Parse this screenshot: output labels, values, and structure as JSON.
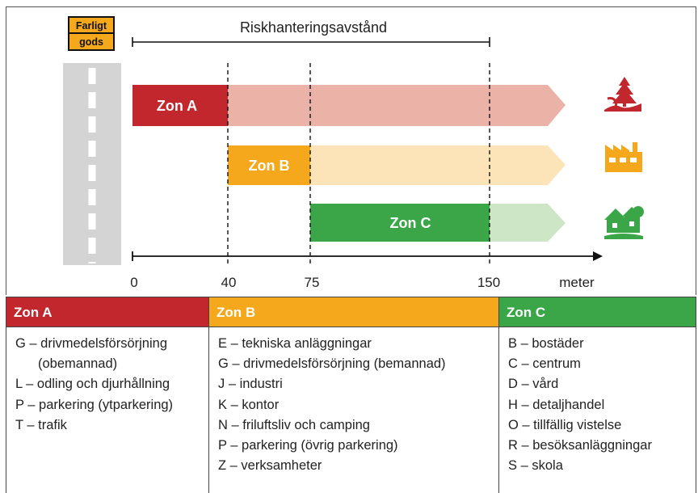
{
  "sign": {
    "line1": "Farligt",
    "line2": "gods"
  },
  "distance_label": "Riskhanteringsavstånd",
  "zones": [
    {
      "name": "Zon A",
      "color": "#c1272d",
      "light": "#ebb3a8"
    },
    {
      "name": "Zon B",
      "color": "#f5a81c",
      "light": "#fde3b8"
    },
    {
      "name": "Zon C",
      "color": "#3aa647",
      "light": "#cde7c6"
    }
  ],
  "axis": {
    "ticks": [
      "0",
      "40",
      "75",
      "150"
    ],
    "unit": "meter"
  },
  "chart_data": {
    "type": "diagram",
    "zone_ranges_m": [
      {
        "zone": "Zon A",
        "from": 0,
        "to": 40
      },
      {
        "zone": "Zon B",
        "from": 40,
        "to": 75
      },
      {
        "zone": "Zon C",
        "from": 75,
        "to": 150
      }
    ]
  },
  "icons": [
    "forest-road-icon",
    "factory-icon",
    "houses-icon"
  ],
  "table": {
    "columns": [
      {
        "header": "Zon A",
        "color": "#c1272d",
        "items": [
          "G – drivmedelsförsörjning",
          "(obemannad)",
          "L – odling och djurhållning",
          "P – parkering (ytparkering)",
          "T – trafik"
        ]
      },
      {
        "header": "Zon B",
        "color": "#f5a81c",
        "items": [
          "E – tekniska anläggningar",
          "G – drivmedelsförsörjning (bemannad)",
          "J – industri",
          "K – kontor",
          "N – friluftsliv och camping",
          "P – parkering (övrig parkering)",
          "Z – verksamheter"
        ]
      },
      {
        "header": "Zon C",
        "color": "#3aa647",
        "items": [
          "B – bostäder",
          "C – centrum",
          "D – vård",
          "H – detaljhandel",
          "O – tillfällig vistelse",
          "R – besöksanläggningar",
          "S – skola"
        ]
      }
    ]
  }
}
